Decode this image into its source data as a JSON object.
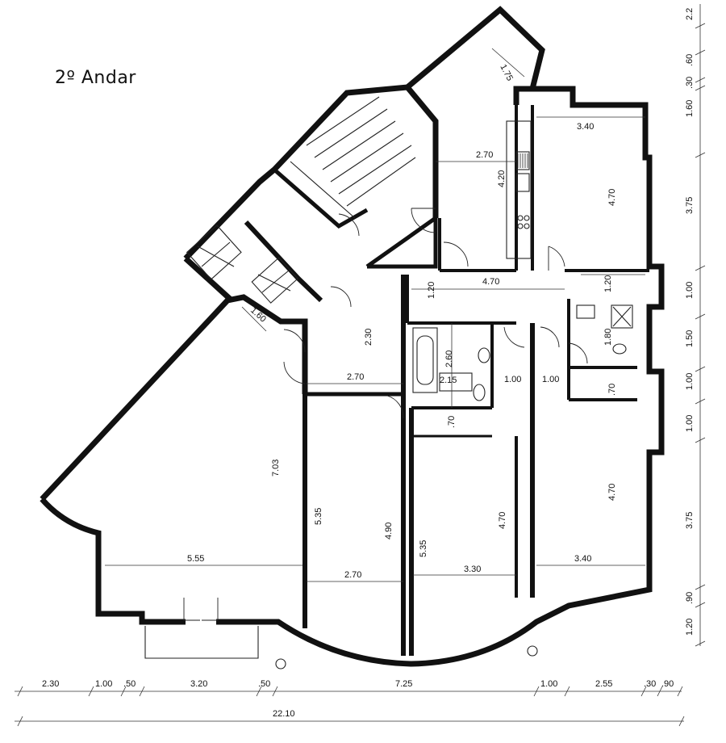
{
  "title": "2º Andar",
  "room_dims": {
    "entry_diag": "1.75",
    "kitchen_w": "2.70",
    "kitchen_h": "4.20",
    "bed_ne_w": "3.40",
    "bed_ne_h": "4.70",
    "corridor": "4.70",
    "corr_h": "1.20",
    "bath_ne_h": "1.20",
    "stair_diag": "1.60",
    "hall_h": "2.30",
    "hall_w": "2.70",
    "bath_mid_h": "2.60",
    "bath_mid_w": "2.15",
    "closet1": "1.00",
    "closet2": "1.00",
    "bath_e": "1.80",
    "wardrobe1": ".70",
    "wardrobe2": ".70",
    "living_h": "7.03",
    "living_w": "5.55",
    "room2_h1": "5.35",
    "room2_h2": "4.90",
    "room2_w": "2.70",
    "room3_h1": "5.35",
    "room3_h2": "4.70",
    "room3_w": "3.30",
    "room4_h": "4.70",
    "room4_w": "3.40"
  },
  "right_dims": [
    "2.2",
    ".60",
    ".30",
    "1.60",
    "3.75",
    "1.00",
    "1.50",
    "1.00",
    "1.00",
    "3.75",
    ".90",
    "1.20"
  ],
  "bottom_dims": [
    "2.30",
    "1.00",
    ".50",
    "3.20",
    ".50",
    "7.25",
    "1.00",
    "2.55",
    ".30",
    ".90"
  ],
  "total_dim": "22.10"
}
